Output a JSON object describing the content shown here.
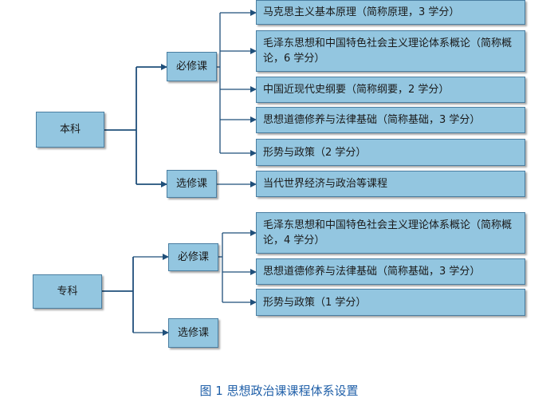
{
  "undergrad": {
    "label": "本科",
    "required": "必修课",
    "elective": "选修课",
    "required_courses": [
      "马克思主义基本原理（简称原理，3 学分）",
      "毛泽东思想和中国特色社会主义理论体系概论（简称概论，6 学分）",
      "中国近现代史纲要（简称纲要，2 学分）",
      "思想道德修养与法律基础（简称基础，3 学分）",
      "形势与政策（2 学分）"
    ],
    "elective_courses": [
      "当代世界经济与政治等课程"
    ]
  },
  "college": {
    "label": "专科",
    "required": "必修课",
    "elective": "选修课",
    "required_courses": [
      "毛泽东思想和中国特色社会主义理论体系概论（简称概论，4 学分）",
      "思想道德修养与法律基础（简称基础，3 学分）",
      "形势与政策（1 学分）"
    ]
  },
  "caption": "图 1 思想政治课课程体系设置",
  "colors": {
    "box_fill": "#93c6e0",
    "box_border": "#4a7ea1",
    "line": "#1f4f7a",
    "caption": "#1f5fa8"
  }
}
